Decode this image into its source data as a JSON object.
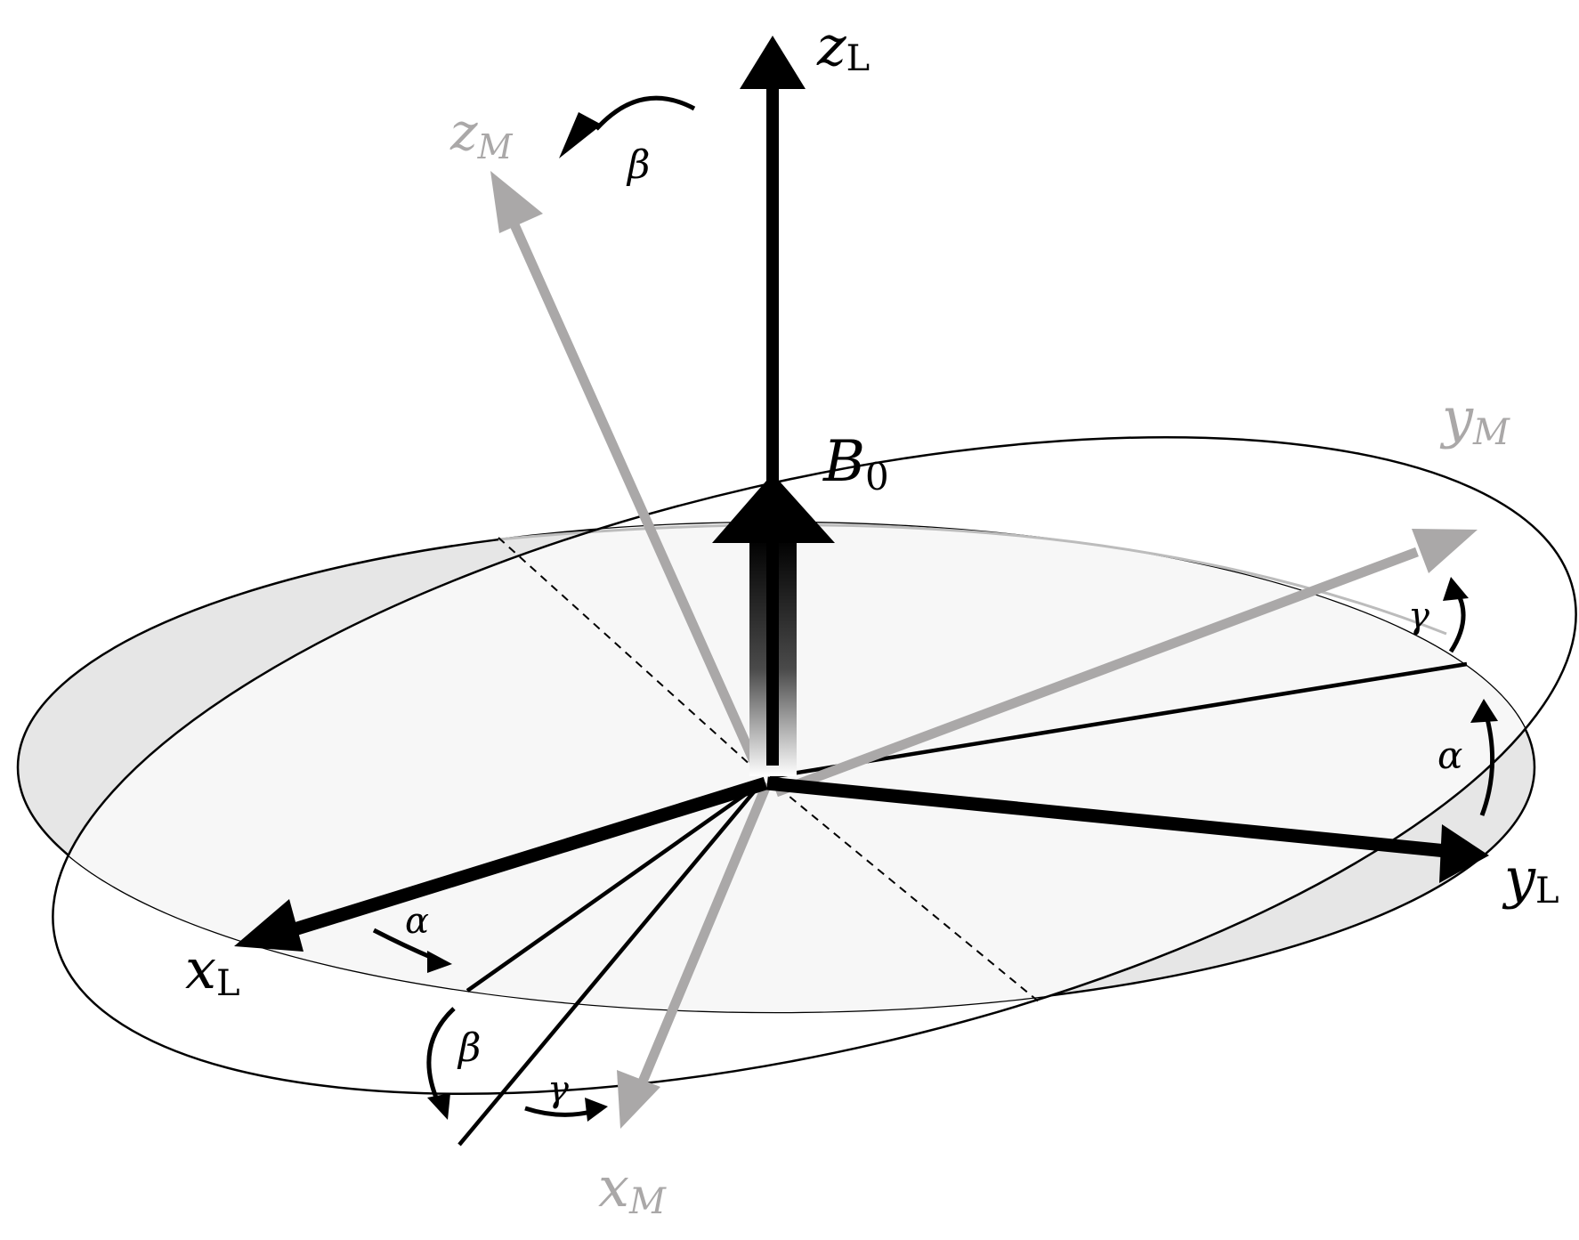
{
  "colors": {
    "lab_frame": "#000000",
    "molecular_frame": "#aaa8a8",
    "lab_plane_fill": "#e6e6e6",
    "inner_fill": "#f7f7f7"
  },
  "labels": {
    "z_lab": {
      "main": "z",
      "sub": "L"
    },
    "x_lab": {
      "main": "x",
      "sub": "L"
    },
    "y_lab": {
      "main": "y",
      "sub": "L"
    },
    "z_mol": {
      "main": "z",
      "sub": "M"
    },
    "x_mol": {
      "main": "x",
      "sub": "M"
    },
    "y_mol": {
      "main": "y",
      "sub": "M"
    },
    "field": {
      "main": "B",
      "sub": "0"
    },
    "beta_top": "β",
    "gamma_right": "γ",
    "alpha_right": "α",
    "alpha_left": "α",
    "beta_bottom": "β",
    "gamma_bottom": "γ"
  }
}
